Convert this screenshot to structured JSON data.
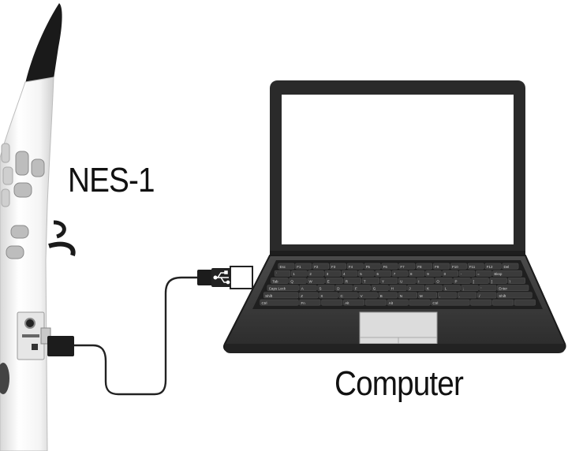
{
  "labels": {
    "device": "NES-1",
    "computer": "Computer"
  },
  "icons": {
    "usb": "usb-icon",
    "headphone_jack": "headphone-jack-icon"
  },
  "keyboard": {
    "rows": [
      [
        "Esc",
        "F1",
        "F2",
        "F3",
        "F4",
        "F5",
        "F6",
        "F7",
        "F8",
        "F9",
        "F10",
        "F11",
        "F12",
        "Del"
      ],
      [
        "`",
        "1",
        "2",
        "3",
        "4",
        "5",
        "6",
        "7",
        "8",
        "9",
        "0",
        "-",
        "=",
        "Bksp"
      ],
      [
        "Tab",
        "Q",
        "W",
        "E",
        "R",
        "T",
        "Y",
        "U",
        "I",
        "O",
        "P",
        "[",
        "]",
        "\\"
      ],
      [
        "Caps Lock",
        "A",
        "S",
        "D",
        "F",
        "G",
        "H",
        "J",
        "K",
        "L",
        ";",
        "'",
        "Enter"
      ],
      [
        "Shift",
        "Z",
        "X",
        "C",
        "V",
        "B",
        "N",
        "M",
        ",",
        ".",
        "/",
        "Shift"
      ],
      [
        "Ctrl",
        "Fn",
        "",
        "Alt",
        "",
        "Alt",
        "",
        "Ctrl",
        "",
        "",
        ""
      ]
    ]
  },
  "colors": {
    "laptop_body": "#2a2a2a",
    "laptop_deck": "#3a3a3a",
    "screen": "#ffffff",
    "instrument": "#f2f2f2",
    "mouthpiece": "#1a1a1a",
    "cable": "#222222"
  }
}
